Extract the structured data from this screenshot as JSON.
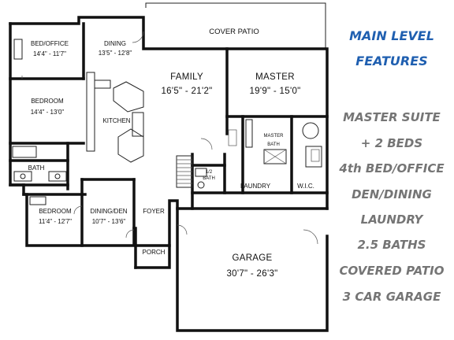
{
  "rooms": {
    "cover_patio": "COVER PATIO",
    "bed_office": {
      "name": "BED/OFFICE",
      "dim": "14'4\" - 11'7\""
    },
    "dining": {
      "name": "DINING",
      "dim": "13'5\" - 12'8\""
    },
    "family": {
      "name": "FAMILY",
      "dim": "16'5\" - 21'2\""
    },
    "master": {
      "name": "MASTER",
      "dim": "19'9\" - 15'0\""
    },
    "bedroom_1": {
      "name": "BEDROOM",
      "dim": "14'4\" - 13'0\""
    },
    "kitchen": "KITCHEN",
    "master_bath": {
      "line1": "MASTER",
      "line2": "BATH"
    },
    "bath": "BATH",
    "half_bath": {
      "line1": "1/2",
      "line2": "BATH"
    },
    "laundry": "LAUNDRY",
    "wic": "W.I.C.",
    "bedroom_2": {
      "name": "BEDROOM",
      "dim": "11'4\" - 12'7\""
    },
    "dining_den": {
      "name": "DINING/DEN",
      "dim": "10'7\" - 13'6\""
    },
    "foyer": "FOYER",
    "porch": "PORCH",
    "garage": {
      "name": "GARAGE",
      "dim": "30'7\" - 26'3\""
    }
  },
  "features": {
    "title_line1": "MAIN LEVEL",
    "title_line2": "FEATURES",
    "items": [
      "MASTER SUITE",
      "+ 2 BEDS",
      "4th BED/OFFICE",
      "DEN/DINING",
      "LAUNDRY",
      "2.5 BATHS",
      "COVERED PATIO",
      "3 CAR GARAGE"
    ]
  }
}
